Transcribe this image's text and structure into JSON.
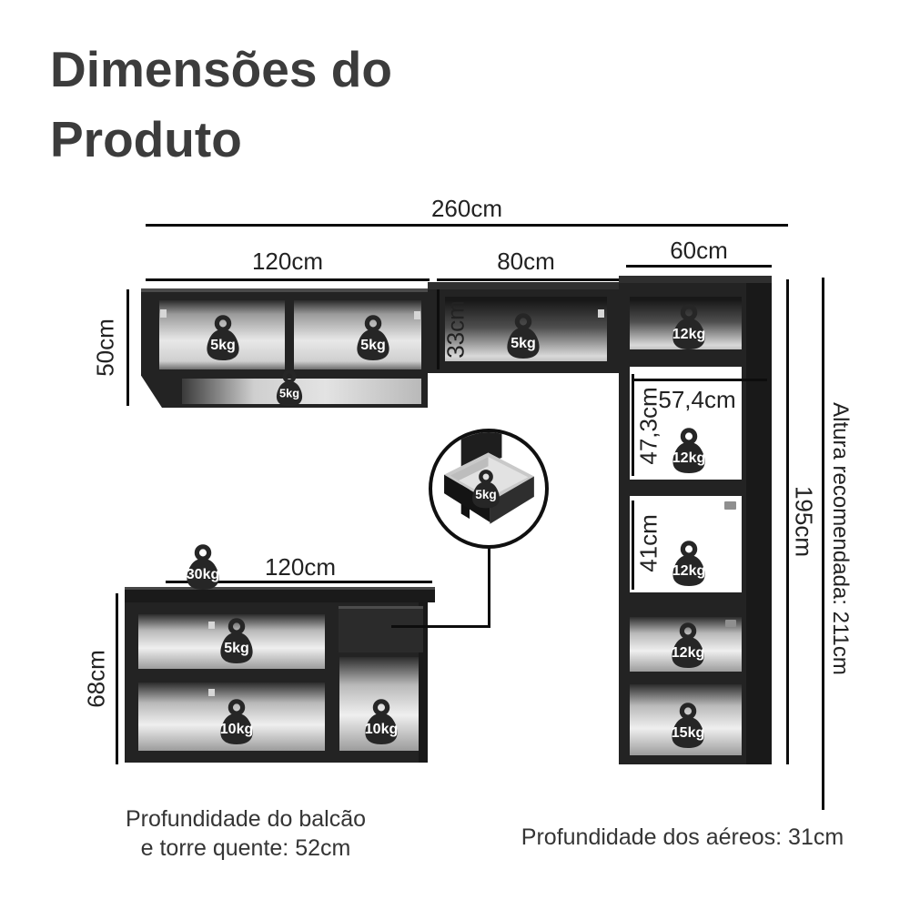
{
  "title": {
    "line1": "Dimensões do",
    "line2": "Produto"
  },
  "dims": {
    "total_width": "260cm",
    "aereo_left_width": "120cm",
    "aereo_mid_width": "80cm",
    "tower_width": "60cm",
    "aereo_left_height": "50cm",
    "aereo_mid_height": "33cm",
    "niche_width": "57,4cm",
    "niche_top_height": "47,3cm",
    "niche_bottom_height": "41cm",
    "tower_height": "195cm",
    "recommended_height": "Altura recomendada: 211cm",
    "counter_width": "120cm",
    "counter_height": "68cm"
  },
  "weights": {
    "aereo_left_door1": "5kg",
    "aereo_left_door2": "5kg",
    "aereo_left_shelf": "5kg",
    "aereo_mid": "5kg",
    "tower_top": "12kg",
    "tower_niche_top": "12kg",
    "tower_niche_bottom": "12kg",
    "tower_lower_top": "12kg",
    "tower_lower_bottom": "15kg",
    "counter_top": "30kg",
    "counter_shelf_top": "5kg",
    "counter_shelf_bottom": "10kg",
    "counter_right": "10kg",
    "drawer_detail": "5kg"
  },
  "notes": {
    "counter_depth_line1": "Profundidade do balcão",
    "counter_depth_line2": "e torre quente: 52cm",
    "aereos_depth": "Profundidade dos aéreos: 31cm"
  },
  "colors": {
    "furniture": "#232323",
    "line": "#0d0d0d",
    "title_text": "#3c3c3c"
  }
}
